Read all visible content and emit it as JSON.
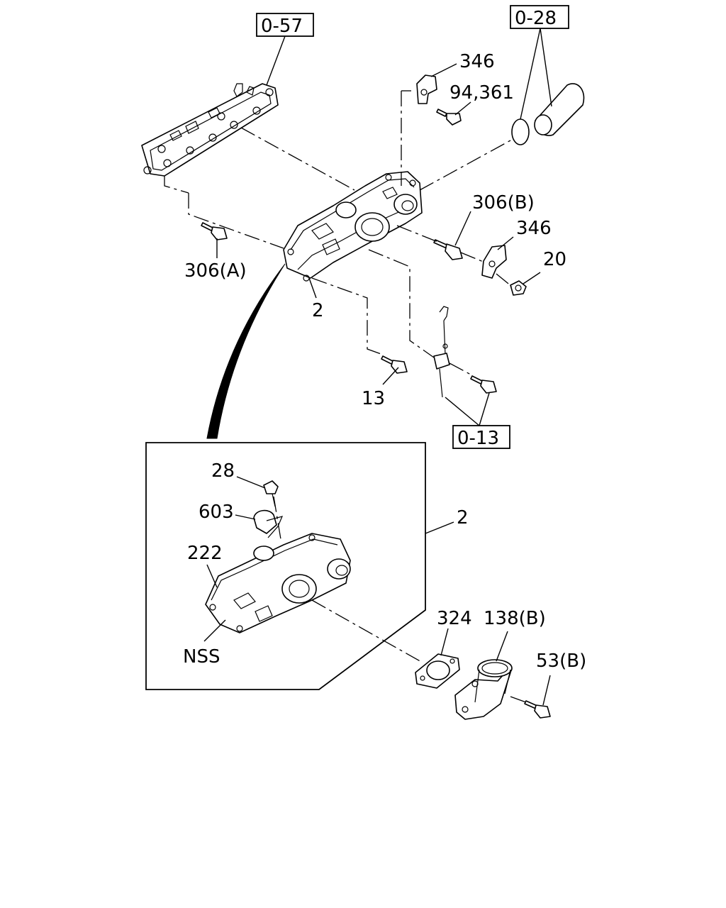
{
  "references": {
    "r057": "0-57",
    "r028": "0-28",
    "r013": "0-13"
  },
  "labels": {
    "l346a": "346",
    "l94361": "94,361",
    "l306b": "306(B)",
    "l346b": "346",
    "l20": "20",
    "l306a": "306(A)",
    "l2a": "2",
    "l13": "13",
    "l28": "28",
    "l603": "603",
    "l2b": "2",
    "l222": "222",
    "lnss": "NSS",
    "l324": "324",
    "l138b": "138(B)",
    "l53b": "53(B)"
  }
}
